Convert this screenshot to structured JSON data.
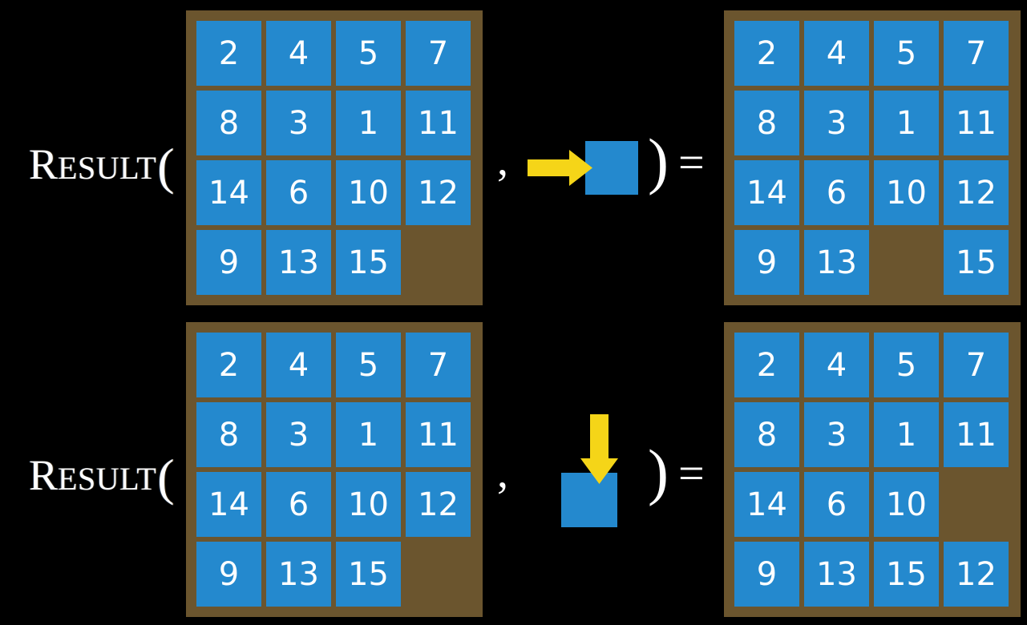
{
  "colors": {
    "background": "#000000",
    "board": "#6b552e",
    "tile": "#2489ce",
    "tile_text": "#ffffff",
    "arrow": "#f5d518",
    "text": "#ffffff"
  },
  "rows": [
    {
      "label": {
        "initial": "R",
        "rest": "ESULT",
        "open_paren": "("
      },
      "comma": ",",
      "close_paren": ")",
      "equals": "=",
      "move": {
        "direction": "right",
        "arrow_icon": "arrow-right-icon"
      },
      "input_grid": {
        "name": "input-board-row-1",
        "cells": [
          [
            "2",
            "4",
            "5",
            "7"
          ],
          [
            "8",
            "3",
            "1",
            "11"
          ],
          [
            "14",
            "6",
            "10",
            "12"
          ],
          [
            "9",
            "13",
            "15",
            ""
          ]
        ]
      },
      "output_grid": {
        "name": "output-board-row-1",
        "cells": [
          [
            "2",
            "4",
            "5",
            "7"
          ],
          [
            "8",
            "3",
            "1",
            "11"
          ],
          [
            "14",
            "6",
            "10",
            "12"
          ],
          [
            "9",
            "13",
            "",
            "15"
          ]
        ]
      }
    },
    {
      "label": {
        "initial": "R",
        "rest": "ESULT",
        "open_paren": "("
      },
      "comma": ",",
      "close_paren": ")",
      "equals": "=",
      "move": {
        "direction": "down",
        "arrow_icon": "arrow-down-icon"
      },
      "input_grid": {
        "name": "input-board-row-2",
        "cells": [
          [
            "2",
            "4",
            "5",
            "7"
          ],
          [
            "8",
            "3",
            "1",
            "11"
          ],
          [
            "14",
            "6",
            "10",
            "12"
          ],
          [
            "9",
            "13",
            "15",
            ""
          ]
        ]
      },
      "output_grid": {
        "name": "output-board-row-2",
        "cells": [
          [
            "2",
            "4",
            "5",
            "7"
          ],
          [
            "8",
            "3",
            "1",
            "11"
          ],
          [
            "14",
            "6",
            "10",
            ""
          ],
          [
            "9",
            "13",
            "15",
            "12"
          ]
        ]
      }
    }
  ]
}
